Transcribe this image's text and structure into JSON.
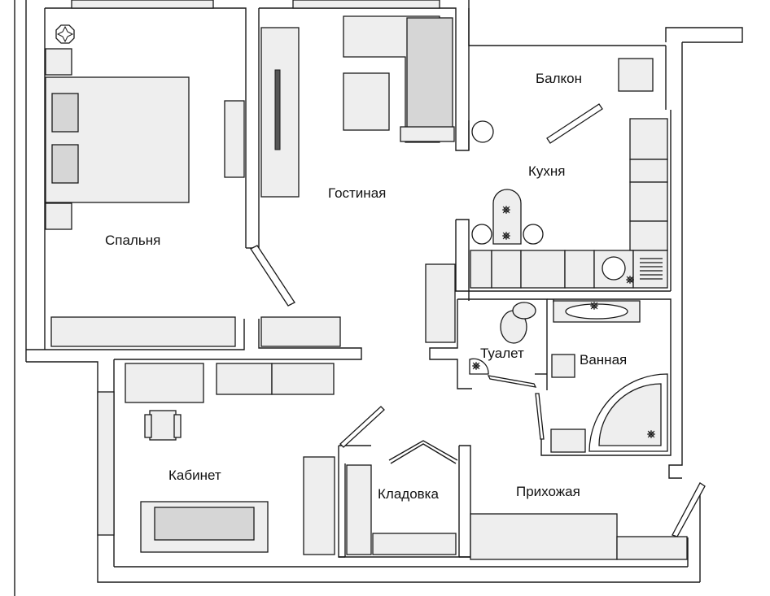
{
  "rooms": {
    "bedroom": "Спальня",
    "living": "Гостиная",
    "balcony": "Балкон",
    "kitchen": "Кухня",
    "toilet": "Туалет",
    "bathroom": "Ванная",
    "office": "Кабинет",
    "storage": "Кладовка",
    "hallway": "Прихожая"
  },
  "colors": {
    "wall": "#1a1a1a",
    "furniture": "#eeeeee",
    "furniture_dark": "#d6d6d6",
    "background": "#ffffff"
  },
  "icons": {
    "outlet": "star-burst-icon",
    "lamp": "octagon-star-icon"
  }
}
